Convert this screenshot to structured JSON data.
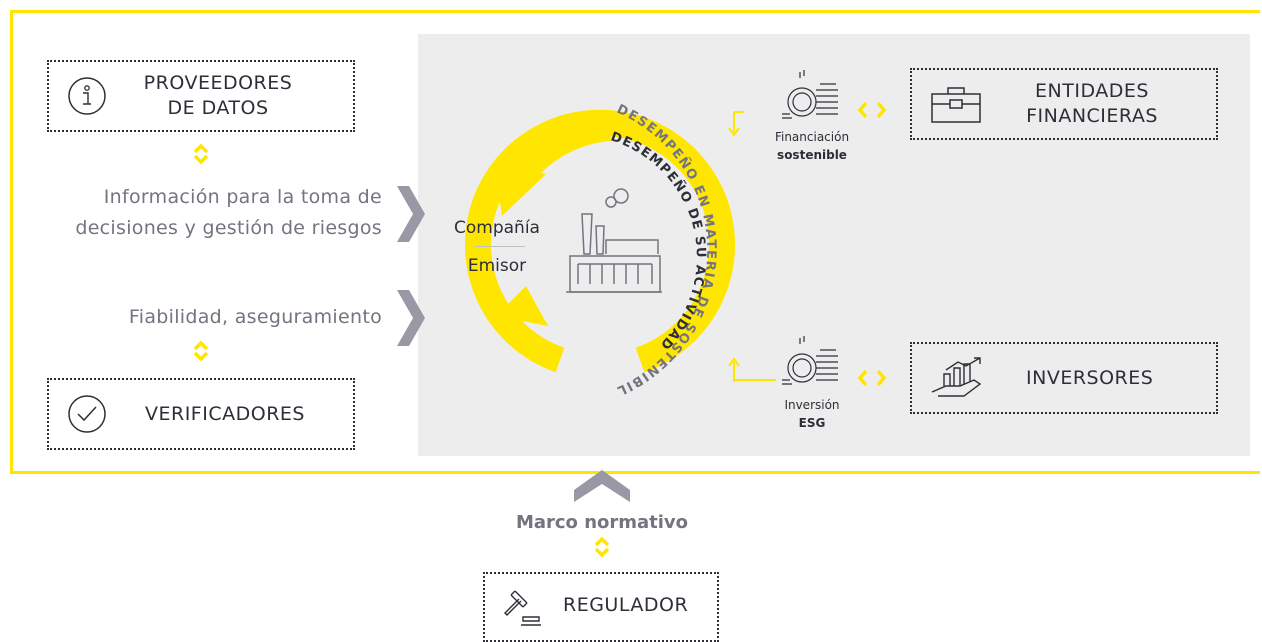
{
  "left": {
    "proveedores": {
      "line1": "PROVEEDORES",
      "line2": "DE DATOS",
      "icon": "info-icon"
    },
    "info_text": {
      "line1": "Información para la toma de",
      "line2": "decisiones y gestión de riesgos"
    },
    "fiabilidad_text": "Fiabilidad, aseguramiento",
    "verificadores": {
      "label": "VERIFICADORES",
      "icon": "check-icon"
    }
  },
  "center": {
    "company": "Compañía",
    "emitter": "Emisor",
    "outer_arc_text": "DESEMPEÑO EN MATERIA DE SOSTENIBILIDAD",
    "inner_arc_text": "DESEMPEÑO DE SU ACTIVIDAD",
    "icon": "factory-icon"
  },
  "right": {
    "financiacion": {
      "line1": "Financiación",
      "line2": "sostenible",
      "icon": "coins-icon"
    },
    "entidades": {
      "line1": "ENTIDADES",
      "line2": "FINANCIERAS",
      "icon": "briefcase-icon"
    },
    "inversion": {
      "line1": "Inversión",
      "line2": "ESG",
      "icon": "coins-icon"
    },
    "inversores": {
      "label": "INVERSORES",
      "icon": "growth-hand-icon"
    }
  },
  "bottom": {
    "marco": "Marco normativo",
    "regulador": {
      "label": "REGULADOR",
      "icon": "gavel-icon"
    }
  },
  "colors": {
    "yellow": "#ffe600",
    "dark": "#2e2e38",
    "gray": "#747480",
    "panel": "#ededed",
    "chevron": "#9999a6"
  }
}
